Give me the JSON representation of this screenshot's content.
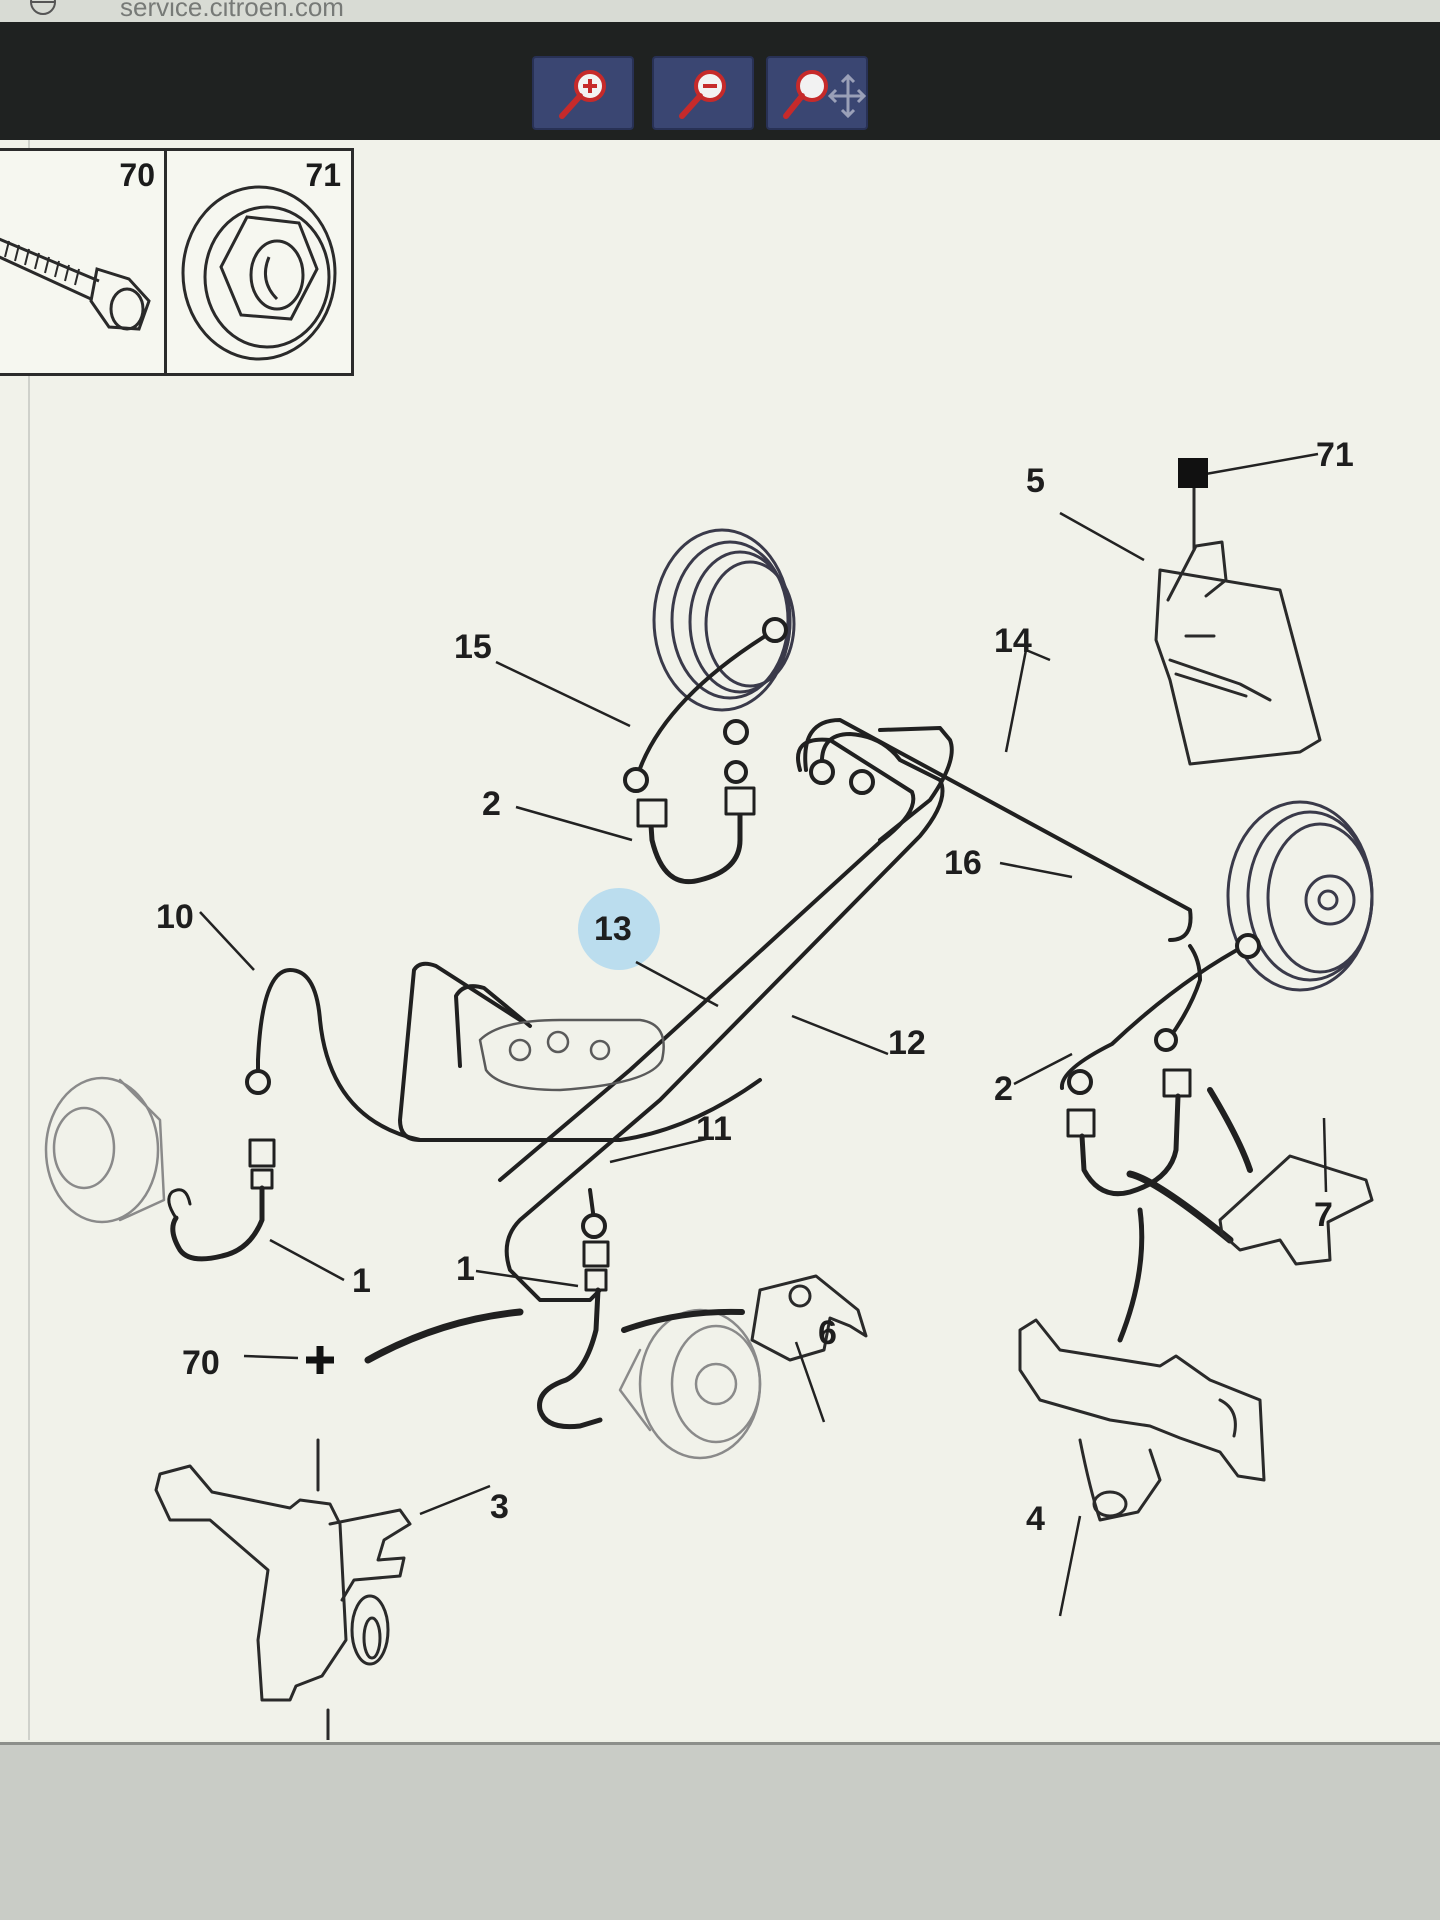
{
  "window": {
    "tab_title": "service.citroen.com"
  },
  "toolbar": {
    "buttons": [
      {
        "name": "zoom-in",
        "icon": "zoom-in-icon"
      },
      {
        "name": "zoom-out",
        "icon": "zoom-out-icon"
      },
      {
        "name": "zoom-pan",
        "icon": "zoom-pan-icon"
      }
    ]
  },
  "thumbnails": [
    {
      "number": "70"
    },
    {
      "number": "71"
    }
  ],
  "callouts": {
    "c1a": "1",
    "c1b": "1",
    "c2a": "2",
    "c2b": "2",
    "c3": "3",
    "c4": "4",
    "c5": "5",
    "c6": "6",
    "c7": "7",
    "c10": "10",
    "c11": "11",
    "c12": "12",
    "c13": "13",
    "c14": "14",
    "c15": "15",
    "c16": "16",
    "c70": "70",
    "c71": "71"
  },
  "colors": {
    "toolbar": "#1f2221",
    "button": "#3a4672",
    "zoom_icon": "#c62a2a",
    "highlight": "#a8d6ef"
  }
}
